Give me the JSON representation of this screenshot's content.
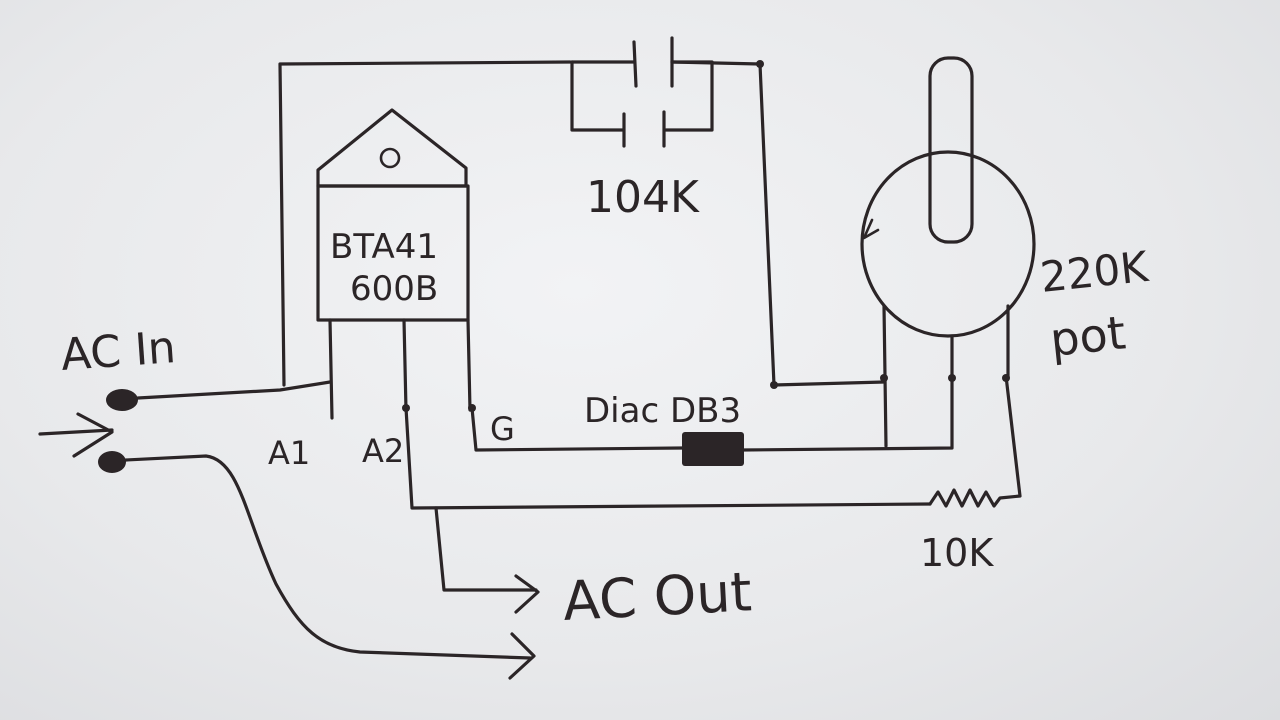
{
  "labels": {
    "ac_in": "AC In",
    "ac_out": "AC Out",
    "triac_line1": "BTA41",
    "triac_line2": "600B",
    "cap": "104K",
    "pot_line1": "220K",
    "pot_line2": "pot",
    "diac": "Diac DB3",
    "resistor": "10K",
    "a1": "A1",
    "a2": "A2",
    "g": "G"
  },
  "colors": {
    "ink": "#2b2527",
    "paper": "#eceef0"
  }
}
